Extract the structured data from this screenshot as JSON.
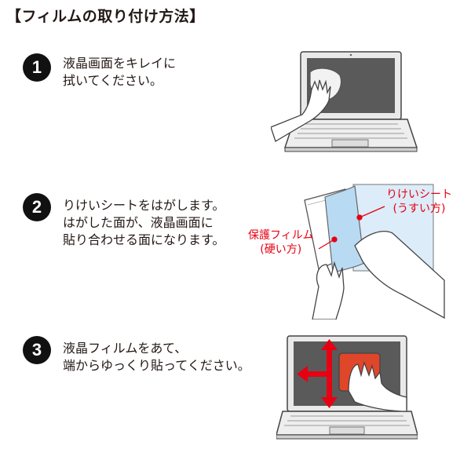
{
  "title": "【フィルムの取り付け方法】",
  "steps": [
    {
      "number": "1",
      "lines": [
        "液晶画面をキレイに",
        "拭いてください。"
      ]
    },
    {
      "number": "2",
      "lines": [
        "りけいシートをはがします。",
        "はがした面が、液晶画面に",
        "貼り合わせる面になります。"
      ]
    },
    {
      "number": "3",
      "lines": [
        "液晶フィルムをあて、",
        "端からゆっくり貼ってください。"
      ]
    }
  ],
  "callouts": {
    "release_sheet": [
      "りけいシート",
      "(うすい方)"
    ],
    "protective_film": [
      "保護フィルム",
      "(硬い方)"
    ]
  },
  "colors": {
    "accent_red": "#e60012",
    "sheet_blue": "#cfe6f7",
    "cloth_red": "#e0462a"
  }
}
